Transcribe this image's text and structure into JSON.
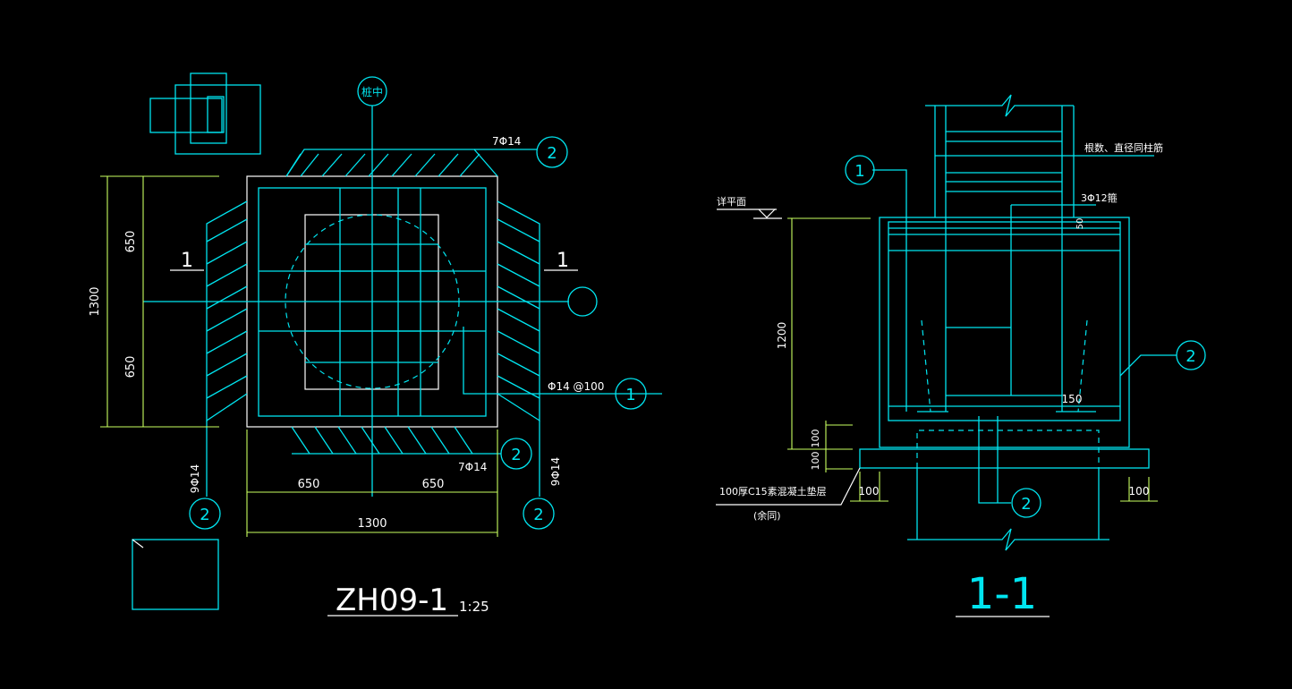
{
  "plan": {
    "pile_center_label": "桩中",
    "top_bar_label": "7Φ14",
    "bottom_bar_label": "7Φ14",
    "side_bar_left": "9Φ14",
    "side_bar_right": "9Φ14",
    "stirrup_label": "Φ14 @100",
    "section_mark_left": "1",
    "section_mark_right": "1",
    "dim_half_1": "650",
    "dim_half_2": "650",
    "dim_total_v": "1300",
    "dim_half_b1": "650",
    "dim_half_b2": "650",
    "dim_total_h": "1300",
    "bubble_1": "1",
    "bubble_2_top": "2",
    "bubble_2_bottom": "2",
    "bubble_2_left": "2",
    "bubble_2_right": "2",
    "title": "ZH09-1",
    "scale": "1:25"
  },
  "section": {
    "col_bar_note": "根数、直径同柱筋",
    "ground_label": "详平面",
    "stirrup_note": "3Φ12箍",
    "dim_50": "50",
    "dim_1200": "1200",
    "dim_100a": "100",
    "dim_100b": "100",
    "dim_150": "150",
    "dim_100_left": "100",
    "dim_100_right": "100",
    "pad_note": "100厚C15素混凝土垫层",
    "pad_note_2": "(余同)",
    "bubble_1": "1",
    "bubble_2_right": "2",
    "bubble_2_bottom": "2",
    "title": "1-1"
  }
}
